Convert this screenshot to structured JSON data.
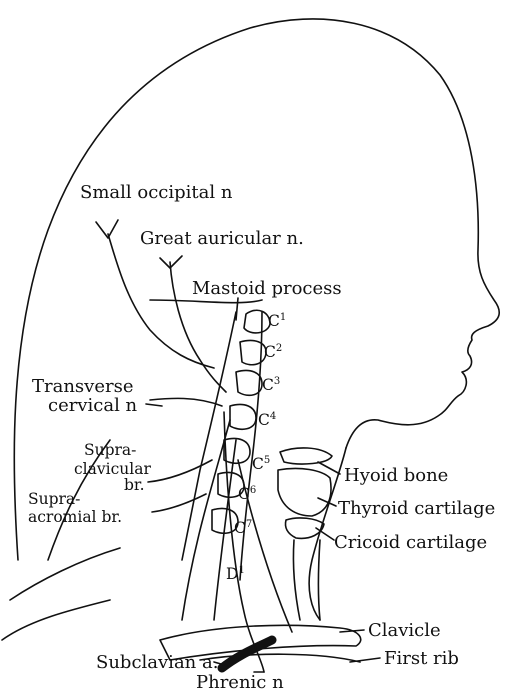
{
  "labels": {
    "small_occipital": "Small occipital n",
    "great_auricular": "Great auricular n.",
    "mastoid": "Mastoid process",
    "transverse_l1": "Transverse",
    "transverse_l2": "cervical n",
    "supraclav_l1": "Supra-",
    "supraclav_l2": "clavicular",
    "supraclav_l3": "br.",
    "supraacrom_l1": "Supra-",
    "supraacrom_l2": "acromial br.",
    "hyoid": "Hyoid bone",
    "thyroid": "Thyroid cartilage",
    "cricoid": "Cricoid cartilage",
    "clavicle": "Clavicle",
    "first_rib": "First rib",
    "subclavian": "Subclavian a.",
    "phrenic": "Phrenic n"
  },
  "vertebrae": [
    {
      "letter": "C",
      "num": "1"
    },
    {
      "letter": "C",
      "num": "2"
    },
    {
      "letter": "C",
      "num": "3"
    },
    {
      "letter": "C",
      "num": "4"
    },
    {
      "letter": "C",
      "num": "5"
    },
    {
      "letter": "C",
      "num": "6"
    },
    {
      "letter": "C",
      "num": "7"
    },
    {
      "letter": "D",
      "num": "1"
    }
  ],
  "colors": {
    "ink": "#111111",
    "paper": "#ffffff"
  }
}
